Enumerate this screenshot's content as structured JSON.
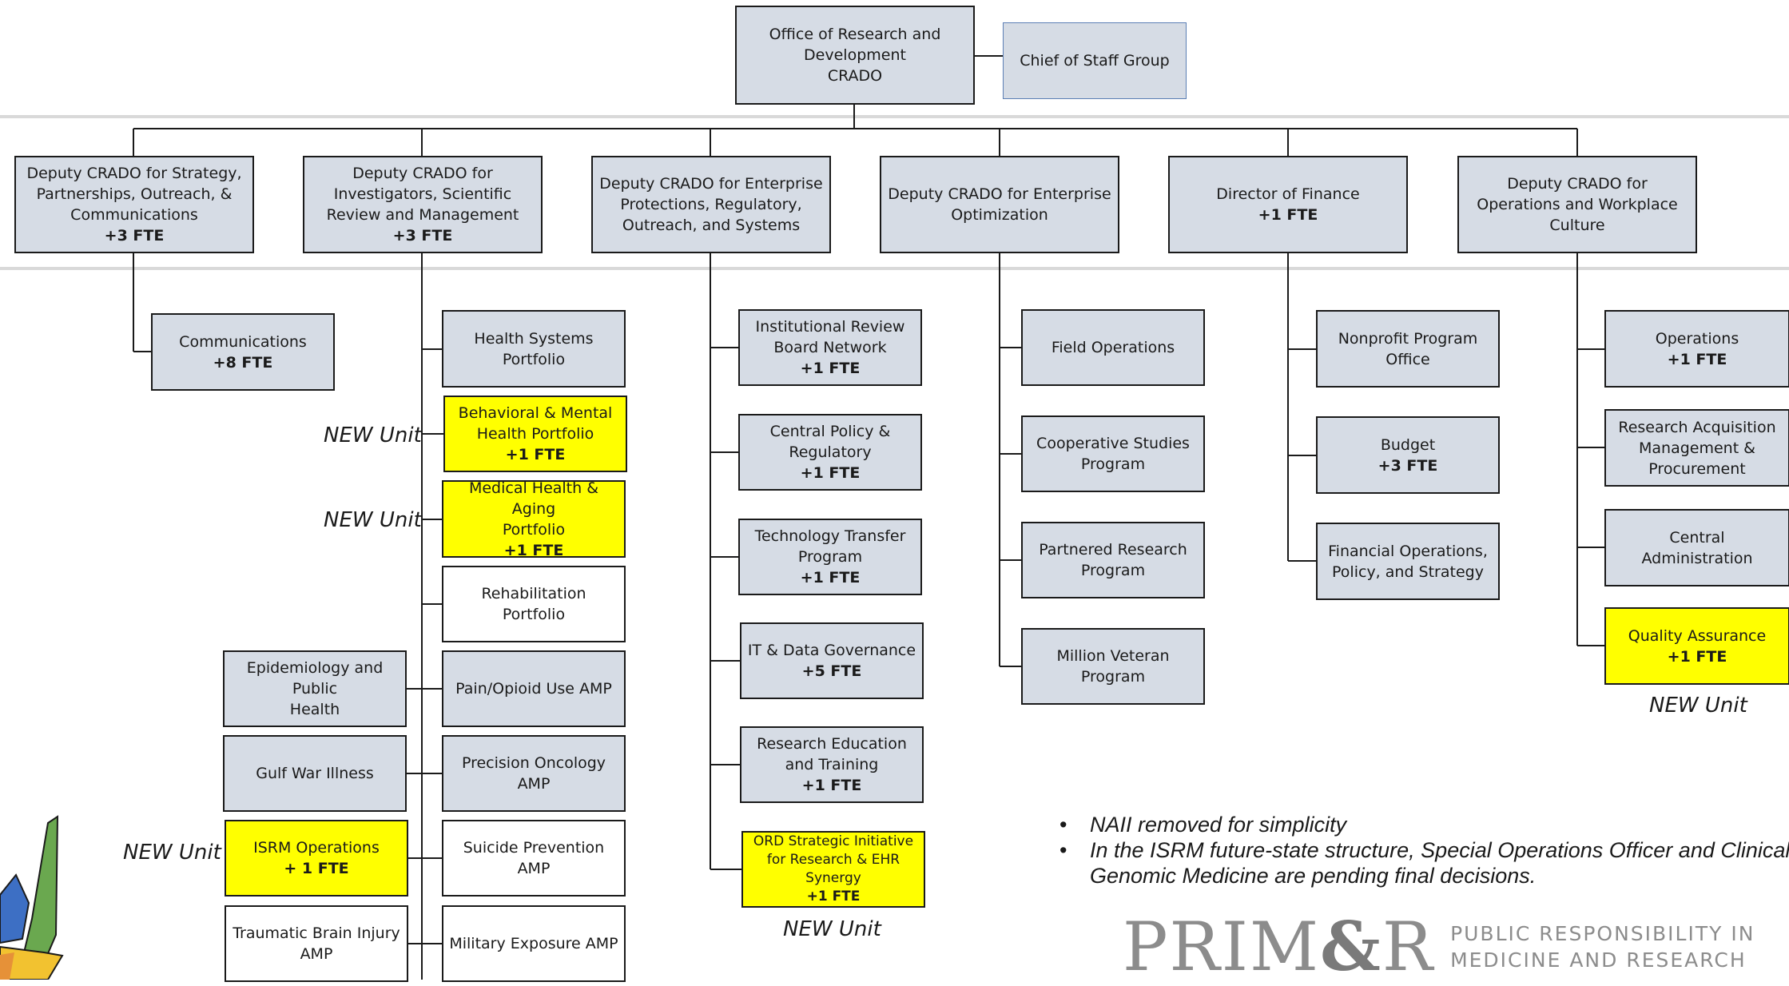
{
  "top": {
    "office": [
      "Office of Research and",
      "Development",
      "CRADO"
    ],
    "chief_of_staff": "Chief of Staff Group"
  },
  "deputies": [
    {
      "lines": [
        "Deputy CRADO for Strategy,",
        "Partnerships, Outreach, &",
        "Communications"
      ],
      "fte": "+3 FTE"
    },
    {
      "lines": [
        "Deputy CRADO for",
        "Investigators, Scientific",
        "Review and Management"
      ],
      "fte": "+3 FTE"
    },
    {
      "lines": [
        "Deputy CRADO for Enterprise",
        "Protections, Regulatory,",
        "Outreach, and Systems"
      ],
      "fte": ""
    },
    {
      "lines": [
        "Deputy CRADO for Enterprise",
        "Optimization"
      ],
      "fte": ""
    },
    {
      "lines": [
        "Director of Finance"
      ],
      "fte": "+1 FTE"
    },
    {
      "lines": [
        "Deputy CRADO for",
        "Operations and Workplace",
        "Culture"
      ],
      "fte": ""
    }
  ],
  "units": {
    "communications": {
      "lines": [
        "Communications"
      ],
      "fte": "+8 FTE"
    },
    "health_systems": {
      "lines": [
        "Health Systems Portfolio"
      ],
      "fte": ""
    },
    "behavioral": {
      "lines": [
        "Behavioral & Mental",
        "Health Portfolio"
      ],
      "fte": "+1 FTE"
    },
    "medical_aging": {
      "lines": [
        "Medical Health & Aging",
        "Portfolio"
      ],
      "fte": "+1 FTE"
    },
    "rehab": {
      "lines": [
        "Rehabilitation Portfolio"
      ],
      "fte": ""
    },
    "pain": {
      "lines": [
        "Pain/Opioid Use AMP"
      ],
      "fte": ""
    },
    "oncology": {
      "lines": [
        "Precision Oncology AMP"
      ],
      "fte": ""
    },
    "suicide": {
      "lines": [
        "Suicide Prevention AMP"
      ],
      "fte": ""
    },
    "military": {
      "lines": [
        "Military Exposure AMP"
      ],
      "fte": ""
    },
    "epi": {
      "lines": [
        "Epidemiology and Public",
        "Health"
      ],
      "fte": ""
    },
    "gulf": {
      "lines": [
        "Gulf War Illness"
      ],
      "fte": ""
    },
    "isrm": {
      "lines": [
        "ISRM Operations"
      ],
      "fte": "+ 1 FTE"
    },
    "tbi": {
      "lines": [
        "Traumatic Brain Injury",
        "AMP"
      ],
      "fte": ""
    },
    "irb": {
      "lines": [
        "Institutional Review",
        "Board Network"
      ],
      "fte": "+1 FTE"
    },
    "central_policy": {
      "lines": [
        "Central Policy &",
        "Regulatory"
      ],
      "fte": "+1 FTE"
    },
    "tech_transfer": {
      "lines": [
        "Technology Transfer",
        "Program"
      ],
      "fte": "+1 FTE"
    },
    "it_data": {
      "lines": [
        "IT & Data Governance"
      ],
      "fte": "+5 FTE"
    },
    "research_ed": {
      "lines": [
        "Research Education",
        "and Training"
      ],
      "fte": "+1 FTE"
    },
    "ord_strategic": {
      "lines": [
        "ORD Strategic Initiative",
        "for Research & EHR",
        "Synergy"
      ],
      "fte": "+1 FTE"
    },
    "field_ops": {
      "lines": [
        "Field Operations"
      ],
      "fte": ""
    },
    "coop": {
      "lines": [
        "Cooperative Studies",
        "Program"
      ],
      "fte": ""
    },
    "partnered": {
      "lines": [
        "Partnered Research",
        "Program"
      ],
      "fte": ""
    },
    "mvp": {
      "lines": [
        "Million Veteran Program"
      ],
      "fte": ""
    },
    "nonprofit": {
      "lines": [
        "Nonprofit Program Office"
      ],
      "fte": ""
    },
    "budget": {
      "lines": [
        "Budget"
      ],
      "fte": "+3 FTE"
    },
    "fin_ops": {
      "lines": [
        "Financial Operations,",
        "Policy, and Strategy"
      ],
      "fte": ""
    },
    "operations": {
      "lines": [
        "Operations"
      ],
      "fte": "+1 FTE"
    },
    "acquisition": {
      "lines": [
        "Research Acquisition",
        "Management &",
        "Procurement"
      ],
      "fte": ""
    },
    "central_admin": {
      "lines": [
        "Central",
        "Administration"
      ],
      "fte": ""
    },
    "quality": {
      "lines": [
        "Quality Assurance"
      ],
      "fte": "+1 FTE"
    }
  },
  "new_unit_label": "NEW Unit",
  "notes": [
    "NAII removed for simplicity",
    "In the ISRM future-state structure, Special Operations Officer and Clinical Genomic Medicine are pending final decisions."
  ],
  "logo": {
    "word_left": "PRIM",
    "word_amp": "&",
    "word_right": "R",
    "tagline": [
      "PUBLIC RESPONSIBILITY IN",
      "MEDICINE AND RESEARCH"
    ]
  },
  "colors": {
    "box_fill": "#d6dce5",
    "new_unit_fill": "#ffff00",
    "border": "#1a1a1a",
    "divider": "#d9d9d9",
    "logo_gray": "#8c8c8c"
  }
}
